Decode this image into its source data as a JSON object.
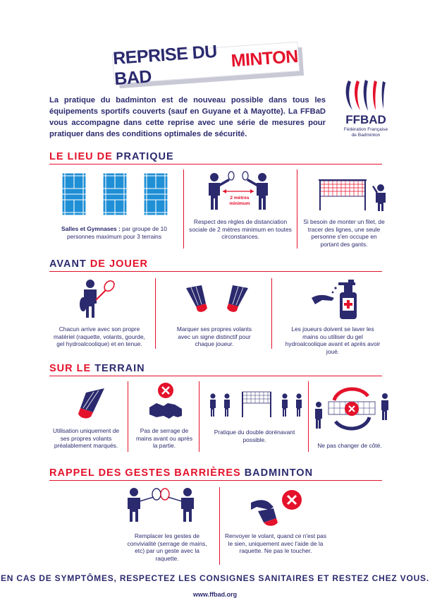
{
  "banner": {
    "title_part1": "REPRISE DU BAD",
    "title_part2": "MINTON"
  },
  "intro": "La pratique du badminton est de nouveau possible dans tous les équipements sportifs couverts (sauf en Guyane et à Mayotte). La FFBaD vous accompagne dans cette reprise avec une série de mesures pour pratiquer dans des conditions optimales de sécurité.",
  "logo": {
    "name": "FFBAD",
    "subtitle_line1": "Fédération Française",
    "subtitle_line2": "de Badminton"
  },
  "sections": {
    "lieu": {
      "title_a": "LE LIEU DE ",
      "title_b": "PRATIQUE",
      "items": [
        {
          "caption_bold": "Salles et Gymnases :",
          "caption": " par groupe de 10 personnes maximum pour 3 terrains"
        },
        {
          "label": "2 mètres minimum",
          "caption": "Respect des règles de distanciation sociale de 2 mètres minimum en toutes circonstances."
        },
        {
          "caption": "Si besoin de monter un filet, de tracer des lignes, une seule personne s'en occupe en portant des gants."
        }
      ]
    },
    "avant": {
      "title_a": "AVANT ",
      "title_b": "DE JOUER",
      "items": [
        {
          "caption": "Chacun arrive avec son propre matériel (raquette, volants, gourde, gel hydroalcoolique) et en tenue."
        },
        {
          "caption": "Marquer ses propres volants avec un signe distinctif pour chaque joueur."
        },
        {
          "caption": "Les joueurs doivent se laver les mains ou utiliser du gel hydroalcoolique avant et après avoir joué."
        }
      ]
    },
    "terrain": {
      "title_a": "SUR LE ",
      "title_b": "TERRAIN",
      "items": [
        {
          "caption": "Utilisation uniquement de ses propres volants préalablement marqués."
        },
        {
          "caption": "Pas de serrage de mains avant ou après la partie."
        },
        {
          "caption": "Pratique du double dorénavant possible."
        },
        {
          "caption": "Ne pas changer de côté."
        }
      ]
    },
    "gestes": {
      "title_a": "RAPPEL DES GESTES BARRIÈRES ",
      "title_b": "BADMINTON",
      "items": [
        {
          "caption": "Remplacer les gestes de convivialité (serrage de mains, etc) par un geste avec la raquette."
        },
        {
          "caption": "Renvoyer le volant, quand ce n'est pas le sien, uniquement avec l'aide de la raquette. Ne pas le toucher."
        }
      ]
    }
  },
  "footer": {
    "message": "EN CAS DE SYMPTÔMES, RESPECTEZ LES CONSIGNES SANITAIRES ET RESTEZ CHEZ VOUS.",
    "url": "www.ffbad.org"
  },
  "colors": {
    "navy": "#2b2a6e",
    "red": "#e4122b",
    "court_blue": "#1f8fd6"
  }
}
